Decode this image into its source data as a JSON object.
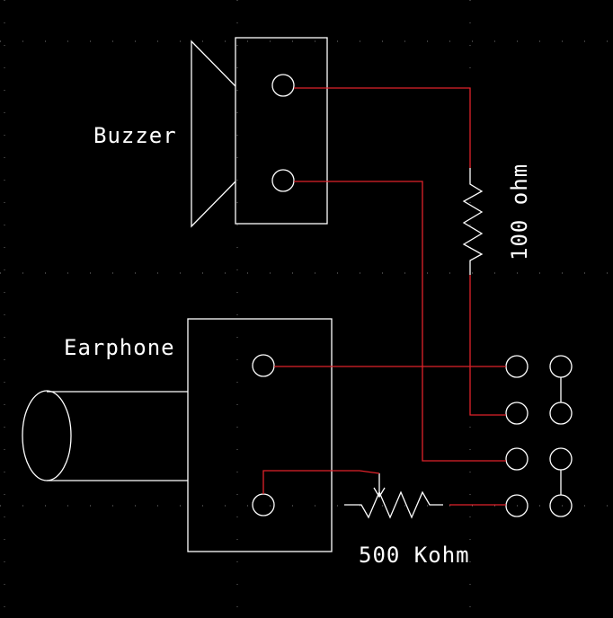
{
  "labels": {
    "buzzer": "Buzzer",
    "earphone": "Earphone",
    "resistor_fixed": "100 ohm",
    "resistor_variable": "500 Kohm"
  },
  "colors": {
    "background": "#000000",
    "outline": "#ffffff",
    "wire": "#e0222a",
    "grid": "#7a7a7a"
  }
}
